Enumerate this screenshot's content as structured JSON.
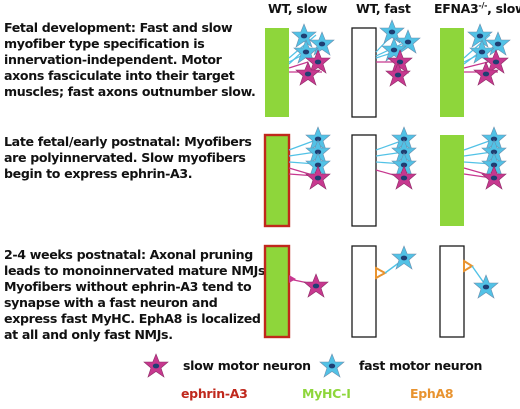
{
  "columns": {
    "col1": "WT, slow",
    "col2": "WT, fast",
    "col3_base": "EFNA3",
    "col3_sup": "-/-",
    "col3_suffix": ", slow"
  },
  "stages": [
    {
      "text": "Fetal development: Fast and slow\nmyofiber type specification is\ninnervation-independent. Motor\naxons fasciculate into their target\nmuscles; fast axons outnumber slow."
    },
    {
      "text": "Late fetal/early postnatal: Myofibers\nare polyinnervated. Slow myofibers\nbegin to express ephrin-A3."
    },
    {
      "text": "2-4 weeks postnatal: Axonal pruning\nleads to monoinnervated mature NMJs.\nMyofibers without ephrin-A3 tend to\nsynapse with a fast neuron and\nexpress fast MyHC. EphA8 is localized\nat all and only fast NMJs."
    }
  ],
  "legend": {
    "slow_neuron": "slow motor neuron",
    "fast_neuron": "fast motor neuron",
    "ephrin": "ephrin-A3",
    "myhc": "MyHC-I",
    "epha8": "EphA8"
  },
  "colors": {
    "slow": "#c7388f",
    "fast": "#52c2e6",
    "ephrin": "#c0281c",
    "myhc": "#8ed63b",
    "epha8": "#e8932f",
    "nucleus": "#1f3f73"
  }
}
